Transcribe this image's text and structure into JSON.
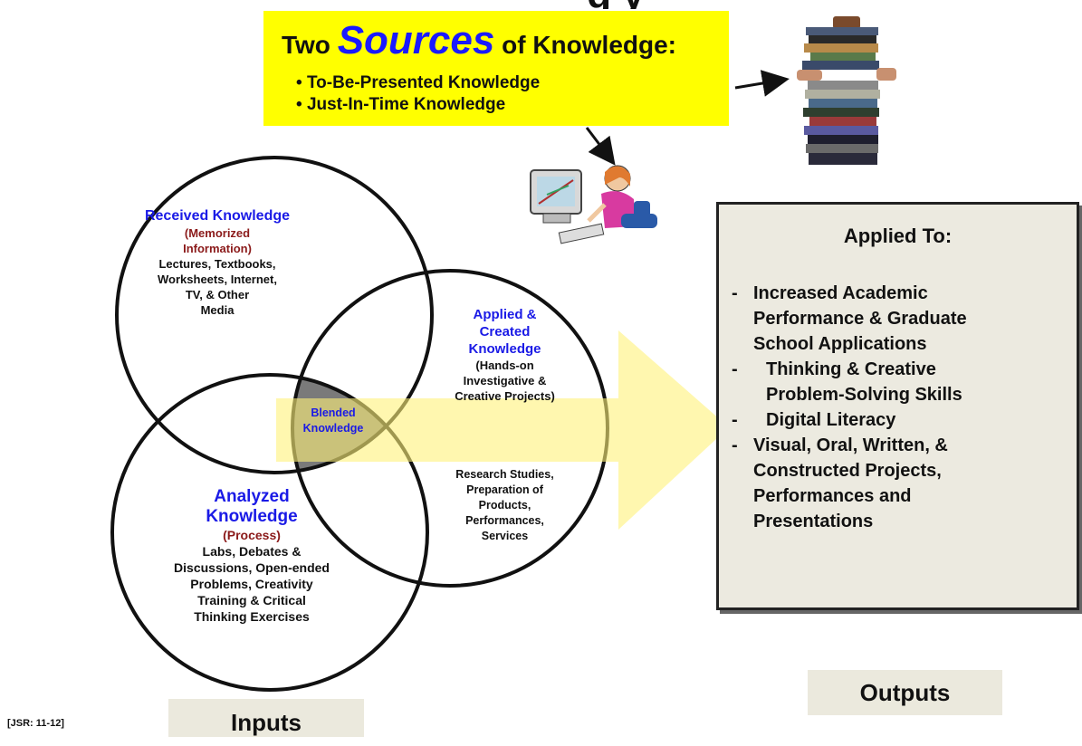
{
  "header": {
    "title_fragment": "g                                              y"
  },
  "sources": {
    "prefix": "Two",
    "emphasis": "Sources",
    "suffix": "of Knowledge:",
    "items": [
      "To-Be-Presented Knowledge",
      "Just-In-Time Knowledge"
    ]
  },
  "received": {
    "heading": "Received Knowledge",
    "subheading_1": "(Memorized",
    "subheading_2": "Information)",
    "body_1": "Lectures, Textbooks,",
    "body_2": "Worksheets, Internet,",
    "body_3": "TV, & Other",
    "body_4": "Media"
  },
  "applied_created": {
    "heading_1": "Applied &",
    "heading_2": "Created",
    "heading_3": "Knowledge",
    "body_1": "(Hands-on",
    "body_2": "Investigative &",
    "body_3": "Creative Projects)"
  },
  "research": {
    "line_1": "Research Studies,",
    "line_2": "Preparation of",
    "line_3": "Products,",
    "line_4": "Performances,",
    "line_5": "Services"
  },
  "analyzed": {
    "heading_1": "Analyzed",
    "heading_2": "Knowledge",
    "subheading": "(Process)",
    "body_1": "Labs, Debates &",
    "body_2": "Discussions, Open-ended",
    "body_3": "Problems, Creativity",
    "body_4": "Training & Critical",
    "body_5": "Thinking Exercises"
  },
  "blended": {
    "line_1": "Blended",
    "line_2": "Knowledge"
  },
  "applied_to": {
    "heading": "Applied To:",
    "items": [
      {
        "dash": "-",
        "lines": [
          "Increased Academic",
          "Performance  & Graduate",
          "School Applications"
        ]
      },
      {
        "dash": "-",
        "lines": [
          "Thinking & Creative",
          "Problem-Solving Skills"
        ]
      },
      {
        "dash": "-",
        "lines": [
          "Digital Literacy"
        ]
      },
      {
        "dash": "-",
        "lines": [
          "Visual, Oral, Written, &",
          "Constructed Projects,",
          "Performances and",
          "Presentations"
        ]
      }
    ]
  },
  "labels": {
    "inputs": "Inputs",
    "outputs": "Outputs",
    "citation": "[JSR: 11-12]"
  },
  "icons": [
    "book-stack-icon",
    "computer-user-icon",
    "arrow-icon"
  ],
  "colors": {
    "sources_box": "#ffff00",
    "heading_blue": "#1a1ae6",
    "subheading_maroon": "#8b1a1a",
    "applied_box": "#eceae0",
    "label_box": "#ebe9dd",
    "big_arrow": "#fff27a",
    "blended_overlap": "#7a7a7a"
  }
}
